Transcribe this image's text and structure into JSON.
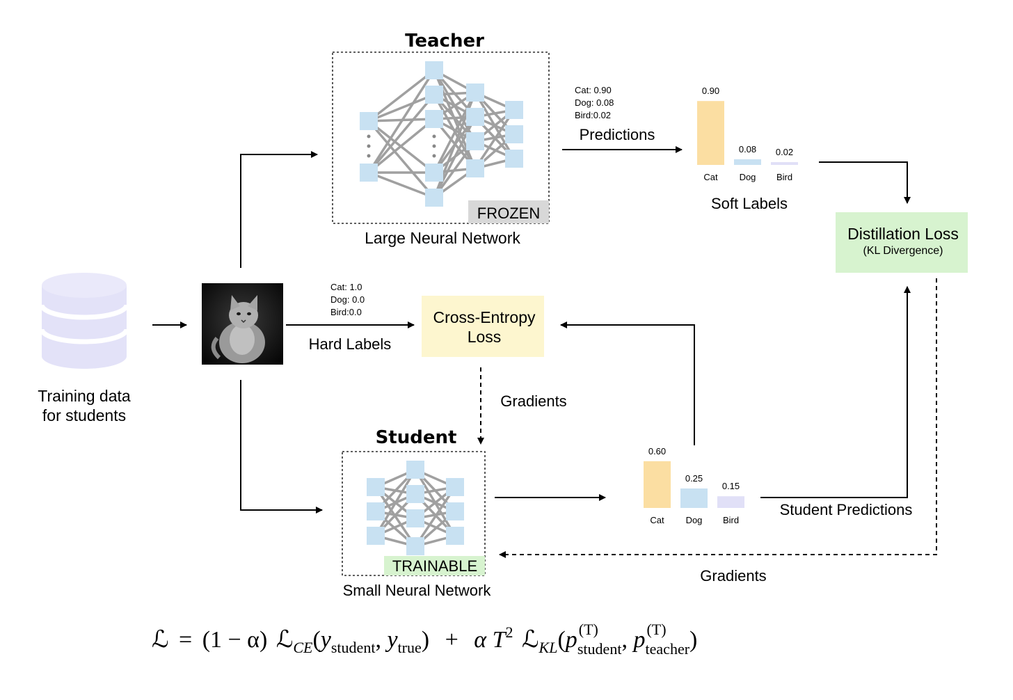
{
  "teacher": {
    "title": "Teacher",
    "subtitle": "Large Neural Network",
    "tag": "FROZEN",
    "predictions_text": [
      "Cat: 0.90",
      "Dog: 0.08",
      "Bird:0.02"
    ],
    "arrow_label": "Predictions"
  },
  "soft_labels": {
    "label": "Soft Labels",
    "bars": [
      {
        "name": "Cat",
        "value": 0.9,
        "value_label": "0.90",
        "color": "#fbdea2"
      },
      {
        "name": "Dog",
        "value": 0.08,
        "value_label": "0.08",
        "color": "#c8e1f2"
      },
      {
        "name": "Bird",
        "value": 0.02,
        "value_label": "0.02",
        "color": "#e1e0f7"
      }
    ]
  },
  "distillation": {
    "title": "Distillation Loss",
    "subtitle": "(KL Divergence)",
    "color": "#d7f3cf"
  },
  "training_data": {
    "line1": "Training data",
    "line2": "for students",
    "color": "#e3e2f8"
  },
  "hard_labels": {
    "text": [
      "Cat: 1.0",
      "Dog: 0.0",
      "Bird:0.0"
    ],
    "arrow_label": "Hard Labels"
  },
  "cross_entropy": {
    "line1": "Cross-Entropy",
    "line2": "Loss",
    "color": "#fdf6cf"
  },
  "gradients_label_1": "Gradients",
  "student": {
    "title": "Student",
    "subtitle": "Small Neural Network",
    "tag": "TRAINABLE",
    "tag_color": "#d7f3cf"
  },
  "student_predictions": {
    "label": "Student Predictions",
    "bars": [
      {
        "name": "Cat",
        "value": 0.6,
        "value_label": "0.60",
        "color": "#fbdea2"
      },
      {
        "name": "Dog",
        "value": 0.25,
        "value_label": "0.25",
        "color": "#c8e1f2"
      },
      {
        "name": "Bird",
        "value": 0.15,
        "value_label": "0.15",
        "color": "#e1e0f7"
      }
    ]
  },
  "gradients_label_2": "Gradients",
  "formula": {
    "lhs": "ℒ",
    "eq": "=",
    "coef1": "(1 − α)",
    "l1": "ℒ",
    "l1_sub": "CE",
    "args1_open": "(",
    "y1": "y",
    "y1_sub": "student",
    "comma": ",",
    "y2": "y",
    "y2_sub": "true",
    "args1_close": ")",
    "plus": "+",
    "alpha": "α",
    "T": "T",
    "T_sup": "2",
    "l2": "ℒ",
    "l2_sub": "KL",
    "args2_open": "(",
    "p1": "p",
    "p1_sup": "(T)",
    "p1_sub": "student",
    "p2": "p",
    "p2_sup": "(T)",
    "p2_sub": "teacher",
    "args2_close": ")"
  }
}
